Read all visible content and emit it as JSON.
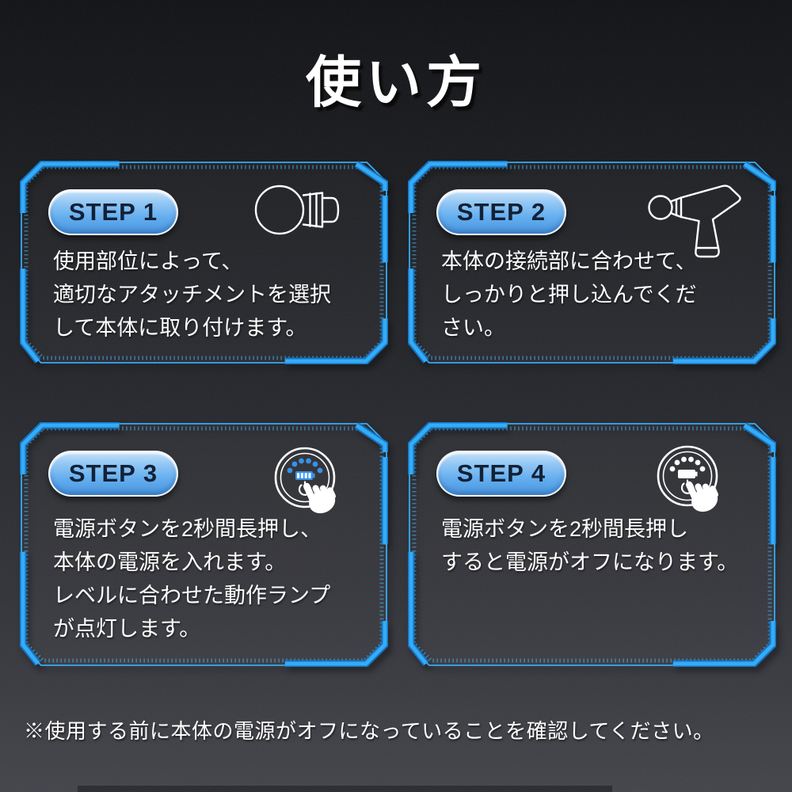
{
  "page": {
    "title": "使い方",
    "note": "※使用する前に本体の電源がオフになっていることを確認してください。"
  },
  "colors": {
    "frame_blue": "#2fa9f5",
    "frame_blue_dark": "#0d6fc2",
    "badge_text": "#0b1a30",
    "led_blue": "#2f8fe8",
    "icon_white": "#ffffff"
  },
  "steps": [
    {
      "badge": "STEP 1",
      "icon": "ball-attachment-icon",
      "lines": [
        "使用部位によって、",
        "適切なアタッチメントを選択",
        "して本体に取り付けます。"
      ]
    },
    {
      "badge": "STEP 2",
      "icon": "massage-gun-icon",
      "lines": [
        "本体の接続部に合わせて、",
        "しっかりと押し込んでくだ",
        "さい。"
      ]
    },
    {
      "badge": "STEP 3",
      "icon": "power-dial-on-icon",
      "lines": [
        "電源ボタンを2秒間長押し、",
        "本体の電源を入れます。",
        "レベルに合わせた動作ランプ",
        "が点灯します。"
      ]
    },
    {
      "badge": "STEP 4",
      "icon": "power-dial-off-icon",
      "lines": [
        "電源ボタンを2秒間長押し",
        "すると電源がオフになります。"
      ]
    }
  ]
}
